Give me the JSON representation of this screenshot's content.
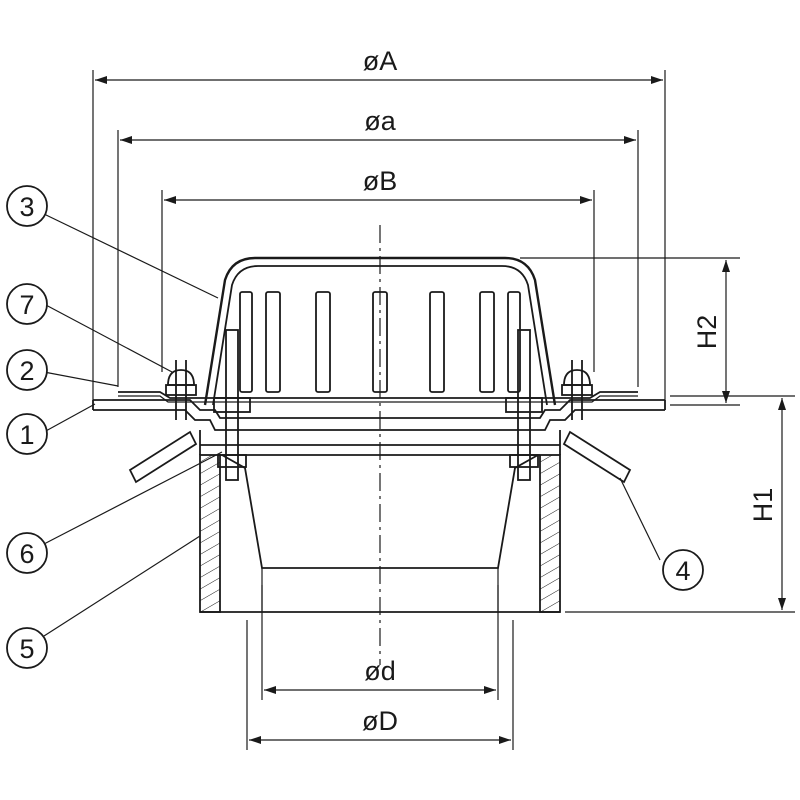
{
  "dimensions": {
    "A": "øA",
    "a": "øa",
    "B": "øB",
    "d": "ød",
    "D": "øD",
    "H1": "H1",
    "H2": "H2"
  },
  "callouts": [
    "1",
    "2",
    "3",
    "4",
    "5",
    "6",
    "7"
  ]
}
